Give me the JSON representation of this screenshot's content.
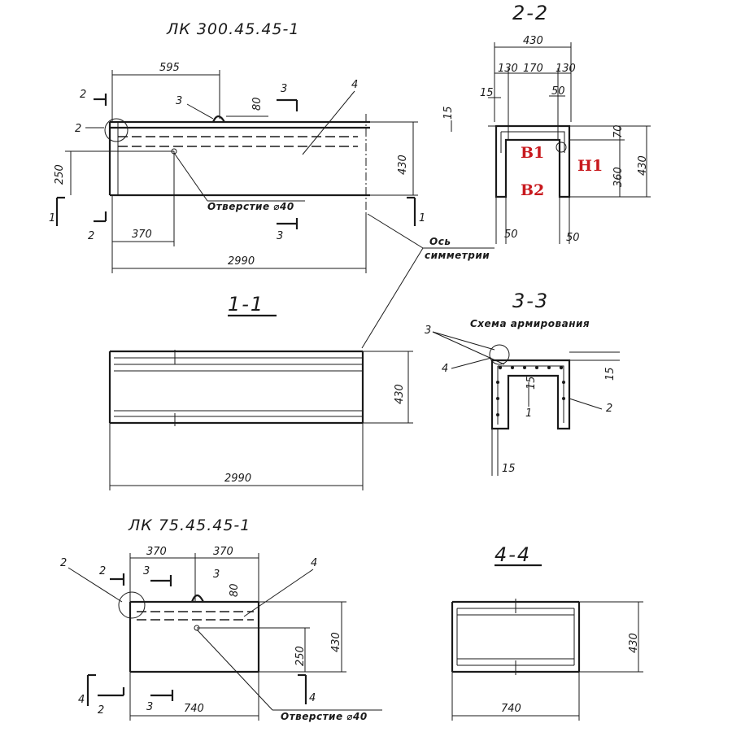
{
  "titles": {
    "main_top": "ЛК 300.45.45-1",
    "main_bottom": "ЛК 75.45.45-1"
  },
  "sections": {
    "s22": "2-2",
    "s11": "1-1",
    "s33": "3-3",
    "s44": "4-4",
    "reinforcement_scheme": "Схема армирования"
  },
  "notes": {
    "hole_top": "Отверстие ⌀40",
    "hole_bottom": "Отверстие ⌀40",
    "axis_line1": "Ось",
    "axis_line2": "симметрии"
  },
  "red_labels": {
    "b1": "B1",
    "b2": "B2",
    "h1": "H1"
  },
  "section_marks": {
    "one": "1",
    "two": "2",
    "three": "3",
    "four": "4"
  },
  "dims_top_view": {
    "d595": "595",
    "d80": "80",
    "d250": "250",
    "d430": "430",
    "d370": "370",
    "d2990": "2990"
  },
  "dims_s22": {
    "d430": "430",
    "d130a": "130",
    "d170": "170",
    "d130b": "130",
    "d15a": "15",
    "d15b": "15",
    "d50a": "50",
    "d70": "70",
    "d360": "360",
    "d430r": "430",
    "d50b": "50",
    "d50c": "50"
  },
  "dims_s11": {
    "d430": "430",
    "d2990": "2990"
  },
  "dims_s33": {
    "d15a": "15",
    "d15b": "15",
    "d15c": "15",
    "m3": "3",
    "m4": "4",
    "m1": "1",
    "m2": "2"
  },
  "dims_bottom_view": {
    "d370a": "370",
    "d370b": "370",
    "d80": "80",
    "d250": "250",
    "d430": "430",
    "d740": "740"
  },
  "dims_s44": {
    "d430": "430",
    "d740": "740"
  }
}
